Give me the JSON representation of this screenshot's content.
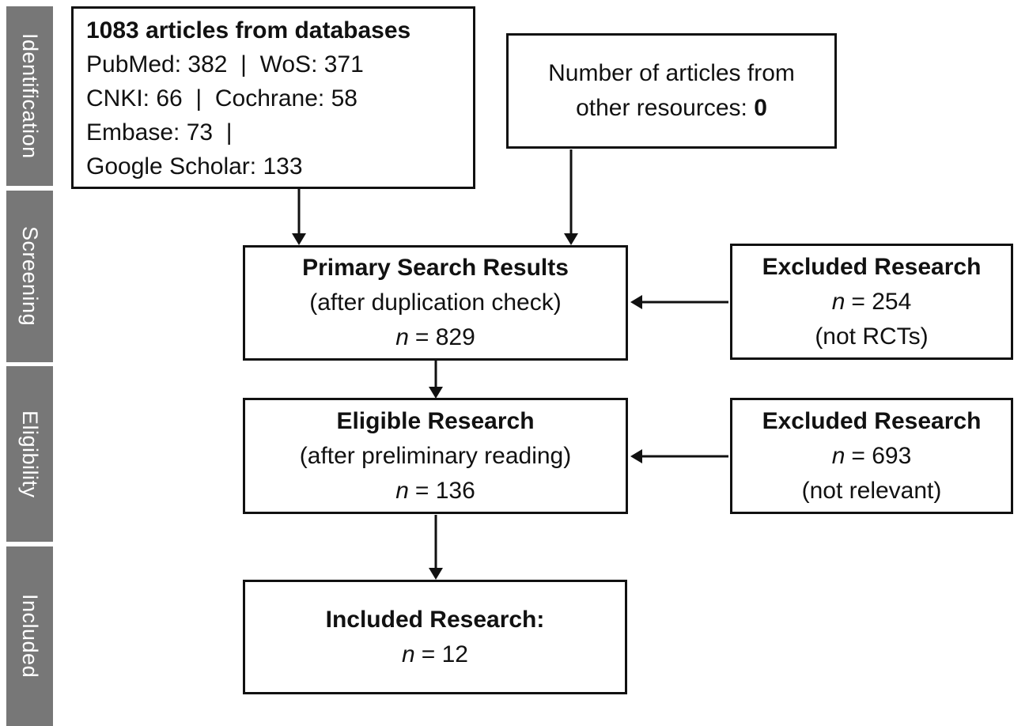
{
  "sidebar": {
    "bar_color": "#777777",
    "stages": [
      {
        "label": "Identification"
      },
      {
        "label": "Screening"
      },
      {
        "label": "Eligibility"
      },
      {
        "label": "Included"
      }
    ]
  },
  "boxes": {
    "databases": {
      "title": "1083 articles from databases",
      "lines": [
        "PubMed: 382  |  WoS: 371",
        "CNKI: 66  |  Cochrane: 58",
        "Embase: 73  |",
        "Google Scholar: 133"
      ]
    },
    "other_sources": {
      "line1": "Number of articles from",
      "line2_prefix": "other resources:",
      "value": "0"
    },
    "primary": {
      "title": "Primary Search Results",
      "subtitle": "(after duplication check)",
      "n_label": "n",
      "count": "= 829"
    },
    "excluded_screening": {
      "title": "Excluded Research",
      "n_label": "n",
      "count": "= 254",
      "reason": "(not RCTs)"
    },
    "eligible": {
      "title": "Eligible Research",
      "subtitle": "(after preliminary reading)",
      "n_label": "n",
      "count": "= 136"
    },
    "excluded_eligibility": {
      "title": "Excluded Research",
      "n_label": "n",
      "count": "= 693",
      "reason": "(not relevant)"
    },
    "included": {
      "title": "Included Research:",
      "n_label": "n",
      "count": "= 12"
    }
  }
}
